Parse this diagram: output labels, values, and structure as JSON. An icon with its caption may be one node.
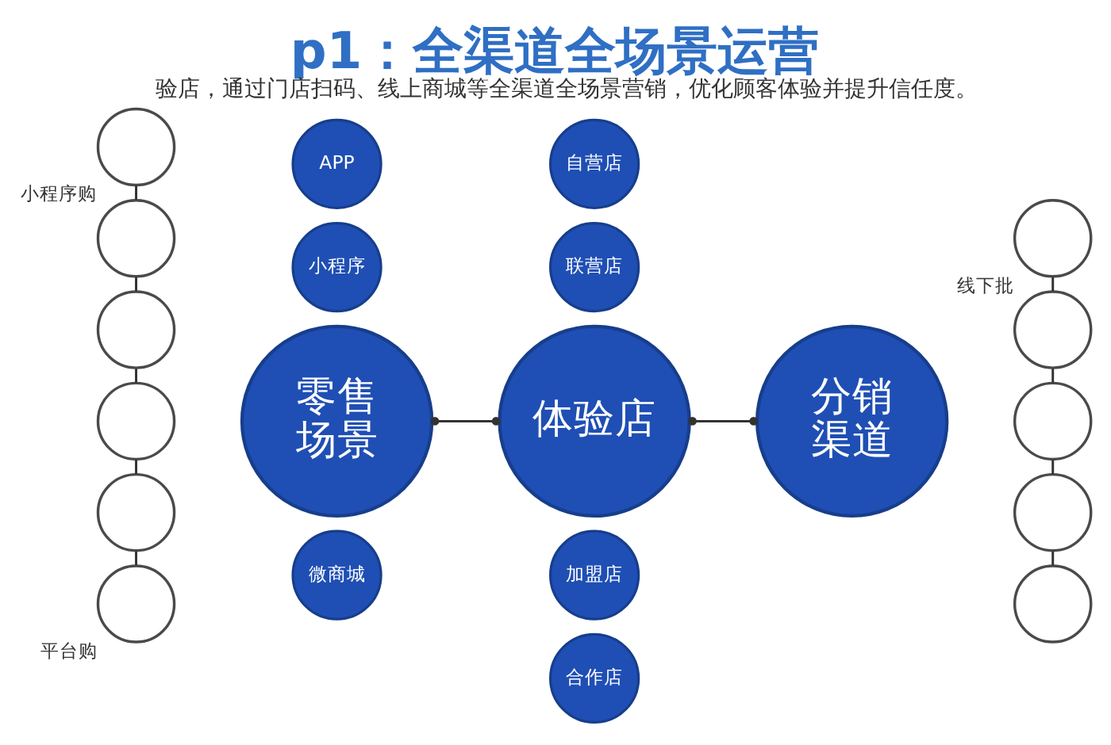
{
  "diagram": {
    "title": "p1：全渠道全场景运营",
    "caption": "验店，通过门店扫码、线上商城等全渠道全场景营销，优化顾客体验并提升信任度。",
    "nodes": [
      {
        "text": [],
        "shape": "circle",
        "beside": [
          "小程序购"
        ]
      },
      {
        "text": [],
        "shape": "circle"
      },
      {
        "text": [],
        "shape": "circle"
      },
      {
        "text": [],
        "shape": "circle"
      },
      {
        "text": [],
        "shape": "circle"
      },
      {
        "text": [],
        "shape": "circle",
        "beside": [
          "平台购"
        ]
      },
      {
        "text": [
          "零售场景"
        ]
      },
      {
        "text": [
          "APP"
        ]
      },
      {
        "text": [
          "小程序"
        ]
      },
      {
        "text": [
          "微商城"
        ]
      },
      {
        "text": [
          "体验店"
        ]
      },
      {
        "text": [
          "自营店"
        ]
      },
      {
        "text": [
          "联营店"
        ]
      },
      {
        "text": [
          "加盟店"
        ]
      },
      {
        "text": [
          "合作店"
        ]
      },
      {
        "text": [
          "分销渠道"
        ]
      },
      {
        "text": [],
        "shape": "circle",
        "beside": [
          "线下批"
        ]
      },
      {
        "text": [],
        "shape": "circle"
      },
      {
        "text": [],
        "shape": "circle"
      },
      {
        "text": [],
        "shape": "circle"
      },
      {
        "text": [],
        "shape": "circle"
      }
    ],
    "edges": [
      {
        "from": 0,
        "to": 1,
        "arrow": "none"
      },
      {
        "from": 1,
        "to": 2,
        "arrow": "none"
      },
      {
        "from": 2,
        "to": 3,
        "arrow": "none"
      },
      {
        "from": 3,
        "to": 4,
        "arrow": "none"
      },
      {
        "from": 4,
        "to": 5,
        "arrow": "none"
      },
      {
        "from": 6,
        "to": 10,
        "arrow": "other"
      },
      {
        "from": 10,
        "to": 15,
        "arrow": "other"
      },
      {
        "from": 16,
        "to": 17,
        "arrow": "none"
      },
      {
        "from": 17,
        "to": 18,
        "arrow": "none"
      },
      {
        "from": 18,
        "to": 19,
        "arrow": "none"
      },
      {
        "from": 19,
        "to": 20,
        "arrow": "none"
      }
    ]
  }
}
